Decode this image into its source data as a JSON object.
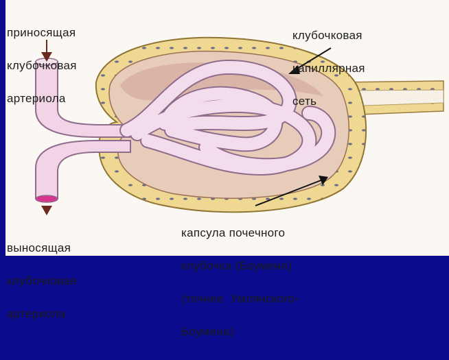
{
  "labels": {
    "afferent": [
      "приносящая",
      "клубочковая",
      "артериола"
    ],
    "capillary": [
      "клубочковая",
      "капиллярная",
      "сеть"
    ],
    "efferent": [
      "выносящая",
      "клубочковая",
      "артериола"
    ],
    "capsule": [
      "капсула почечного",
      "клубочка (Боумена)",
      "(точнее  Умлянского-",
      "Боумена)"
    ]
  },
  "colors": {
    "background": "#0a0a8c",
    "panel": "#fbf8f3",
    "capsule_wall": "#e9cf83",
    "capsule_cavity": "#e7ccb9",
    "capillary_fill": "#f3dcec",
    "capillary_stroke": "#8f6b8c",
    "arrow": "#6b2a1e"
  }
}
